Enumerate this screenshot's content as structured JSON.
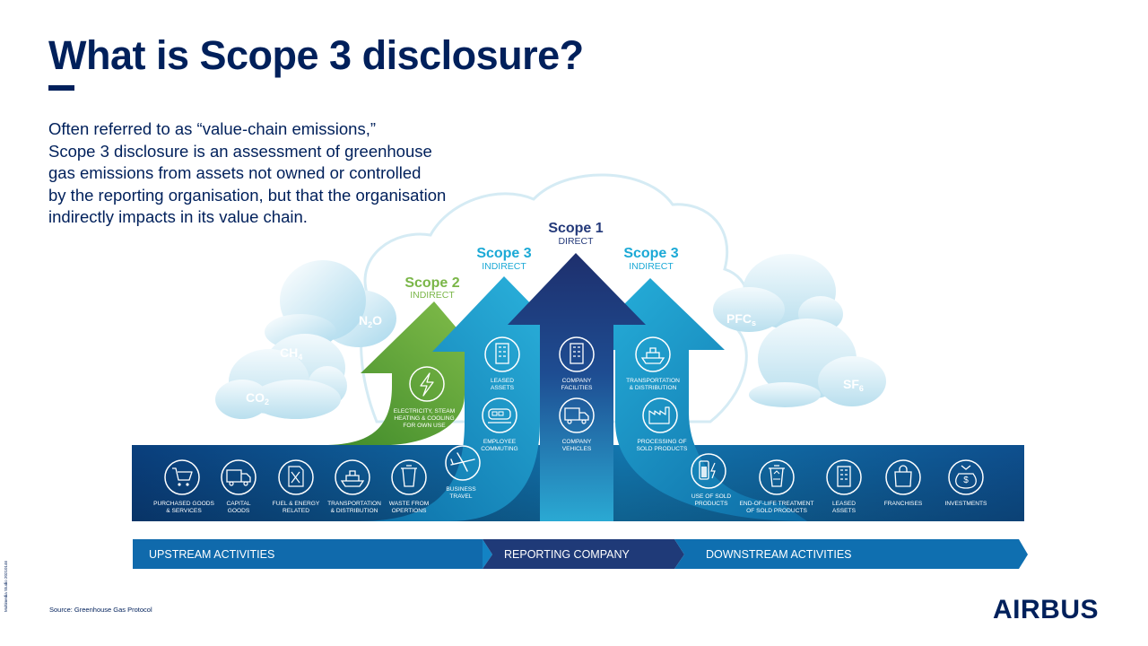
{
  "title": "What is Scope 3 disclosure?",
  "intro_lines": [
    "Often referred to as “value-chain emissions,”",
    "Scope 3 disclosure is an assessment of greenhouse",
    "gas emissions from assets not owned or controlled",
    "by the reporting organisation, but that the organisation",
    "indirectly impacts in its value chain."
  ],
  "gases": {
    "co2": {
      "base": "CO",
      "sub": "2"
    },
    "ch4": {
      "base": "CH",
      "sub": "4"
    },
    "n2o_pre": "N",
    "n2o_sub": "2",
    "n2o_post": "O",
    "pfcs": {
      "base": "PFC",
      "sub": "s"
    },
    "sf6": {
      "base": "SF",
      "sub": "6"
    }
  },
  "scopes": {
    "scope1": {
      "title": "Scope 1",
      "sub": "DIRECT"
    },
    "scope2": {
      "title": "Scope 2",
      "sub": "INDIRECT"
    },
    "scope3_left": {
      "title": "Scope 3",
      "sub": "INDIRECT"
    },
    "scope3_right": {
      "title": "Scope 3",
      "sub": "INDIRECT"
    }
  },
  "items": {
    "electricity": [
      "ELECTRICITY, STEAM",
      "HEATING & COOLING",
      "FOR OWN USE"
    ],
    "leased_assets_up": [
      "LEASED",
      "ASSETS"
    ],
    "employee_commuting": [
      "EMPLOYEE",
      "COMMUTING"
    ],
    "business_travel": [
      "BUSINESS",
      "TRAVEL"
    ],
    "company_facilities": [
      "COMPANY",
      "FACILITIES"
    ],
    "company_vehicles": [
      "COMPANY",
      "VEHICLES"
    ],
    "transport_down": [
      "TRANSPORTATION",
      "& DISTRIBUTION"
    ],
    "processing": [
      "PROCESSING OF",
      "SOLD PRODUCTS"
    ],
    "use_of_sold": [
      "USE OF SOLD",
      "PRODUCTS"
    ],
    "end_of_life": [
      "END-OF-LIFE TREATMENT",
      "OF SOLD PRODUCTS"
    ],
    "leased_assets_down": [
      "LEASED",
      "ASSETS"
    ],
    "franchises": [
      "FRANCHISES"
    ],
    "investments": [
      "INVESTMENTS"
    ],
    "purchased_goods": [
      "PURCHASED GOODS",
      "& SERVICES"
    ],
    "capital_goods": [
      "CAPITAL",
      "GOODS"
    ],
    "fuel_energy": [
      "FUEL & ENERGY",
      "RELATED"
    ],
    "transport_up": [
      "TRANSPORTATION",
      "& DISTRIBUTION"
    ],
    "waste": [
      "WASTE FROM",
      "OPERTIONS"
    ]
  },
  "bands": {
    "upstream": "UPSTREAM ACTIVITIES",
    "reporting": "REPORTING COMPANY",
    "downstream": "DOWNSTREAM ACTIVITIES"
  },
  "source": "Source: Greenhouse Gas Protocol",
  "side_credit": "Multimedia Studio 20210146",
  "logo": "AIRBUS",
  "colors": {
    "navy": "#00205b",
    "scope2_green": "#7ab648",
    "scope3_cyan": "#1ba9d6",
    "scope1_navy": "#243a7a"
  }
}
